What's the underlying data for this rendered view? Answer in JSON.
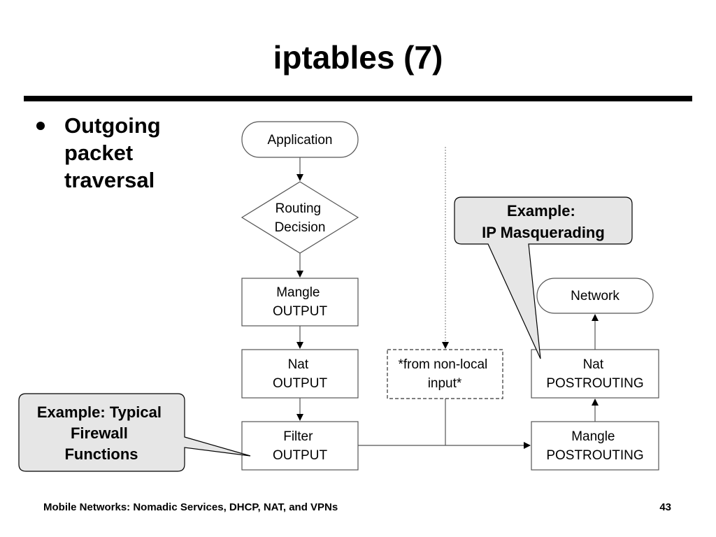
{
  "slide": {
    "title": "iptables (7)",
    "bullet": "Outgoing packet traversal"
  },
  "nodes": {
    "application": "Application",
    "routing_decision": [
      "Routing",
      "Decision"
    ],
    "mangle_output": [
      "Mangle",
      "OUTPUT"
    ],
    "nat_output": [
      "Nat",
      "OUTPUT"
    ],
    "filter_output": [
      "Filter",
      "OUTPUT"
    ],
    "from_nonlocal": [
      "*from non-local",
      "input*"
    ],
    "network": "Network",
    "nat_postrouting": [
      "Nat",
      "POSTROUTING"
    ],
    "mangle_postrouting": [
      "Mangle",
      "POSTROUTING"
    ]
  },
  "callouts": {
    "ip_masquerading": [
      "Example:",
      "IP Masquerading"
    ],
    "firewall": [
      "Example: Typical",
      "Firewall",
      "Functions"
    ]
  },
  "footer": {
    "course": "Mobile Networks:  Nomadic Services, DHCP, NAT, and VPNs",
    "page_number": "43"
  },
  "colors": {
    "callout_fill": "#e6e6e6",
    "node_border": "#555555"
  }
}
